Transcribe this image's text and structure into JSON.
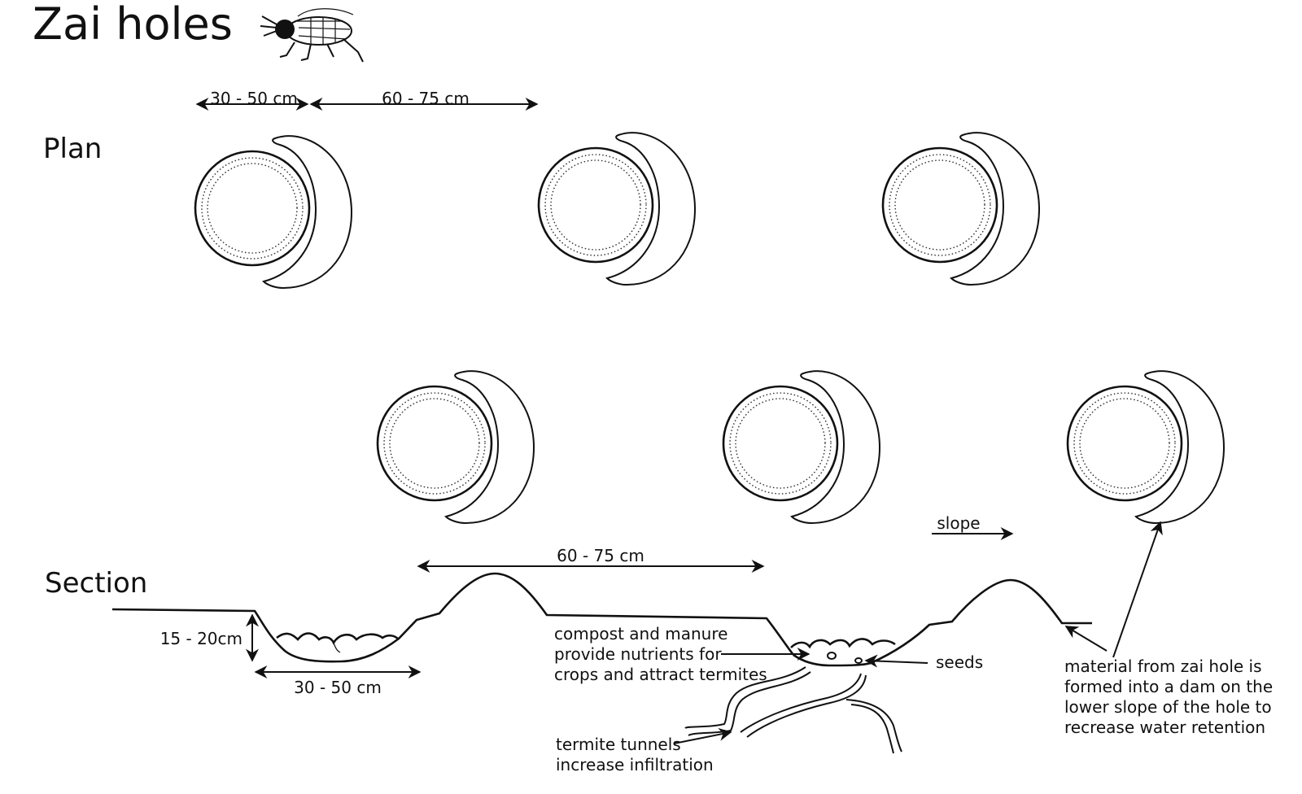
{
  "title": "Zai holes",
  "plan": {
    "heading": "Plan",
    "dim_hole": "30 - 50 cm",
    "dim_spacing": "60 - 75 cm"
  },
  "section": {
    "heading": "Section",
    "dim_spacing": "60 - 75 cm",
    "dim_depth": "15 - 20cm",
    "dim_width": "30 - 50 cm",
    "slope": "slope",
    "compost": [
      "compost and manure",
      "provide nutrients for",
      "crops and attract termites"
    ],
    "seeds": "seeds",
    "termites": [
      "termite tunnels",
      "increase infiltration"
    ],
    "material": [
      "material from zai hole is",
      "formed into a dam on the",
      "lower slope of the hole to",
      "recrease water retention"
    ]
  }
}
